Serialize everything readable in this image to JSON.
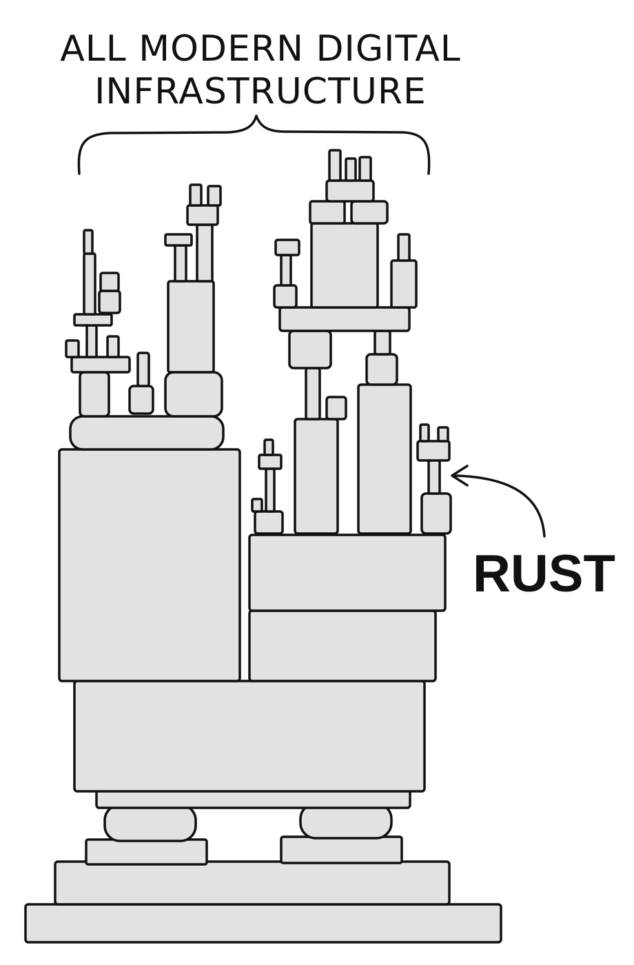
{
  "caption": {
    "line1": "ALL MODERN DIGITAL",
    "line2": "INFRASTRUCTURE"
  },
  "callout": {
    "label": "RUST"
  },
  "colors": {
    "block_fill": "#e2e2e2",
    "ink": "#111111",
    "background": "#ffffff"
  }
}
